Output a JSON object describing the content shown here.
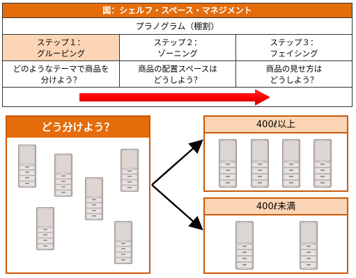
{
  "table": {
    "title": "図：シェルフ・スペース・マネジメント",
    "subtitle": "プラノグラム（棚割）",
    "steps": [
      {
        "label_line1": "ステップ１：",
        "label_line2": "グルーピング",
        "question_line1": "どのようなテーマで商品を",
        "question_line2": "分けよう？"
      },
      {
        "label_line1": "ステップ２：",
        "label_line2": "ゾーニング",
        "question_line1": "商品の配置スペースは",
        "question_line2": "どうしよう？"
      },
      {
        "label_line1": "ステップ３：",
        "label_line2": "フェイシング",
        "question_line1": "商品の見せ方は",
        "question_line2": "どうしよう？"
      }
    ]
  },
  "group_box": {
    "title": "どう分けよう？"
  },
  "categories": [
    {
      "title": "400ℓ以上"
    },
    {
      "title": "400ℓ未満"
    }
  ],
  "icons": {
    "fridge": "refrigerator-icon",
    "arrow": "right-arrow-icon"
  },
  "colors": {
    "accent": "#e46c0a",
    "accent_light": "#fbd5b5",
    "arrow": "#ff0000"
  }
}
